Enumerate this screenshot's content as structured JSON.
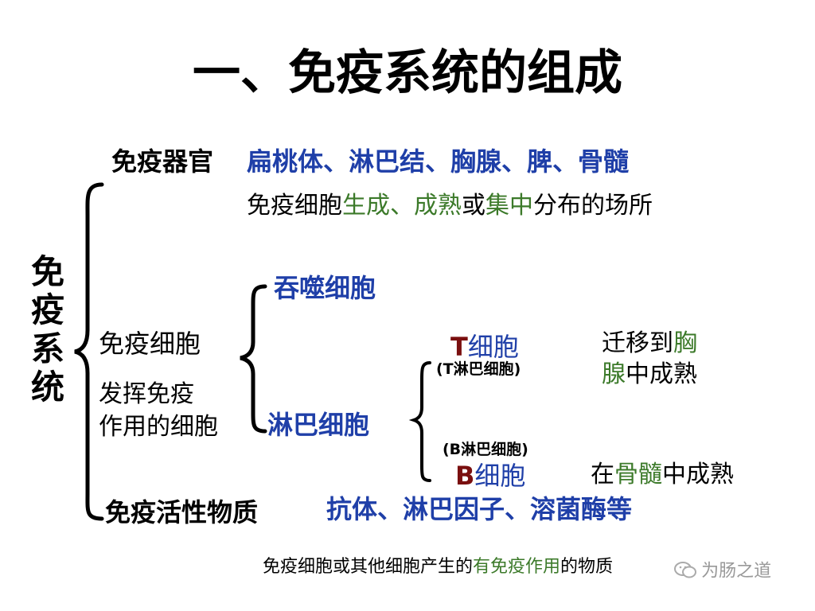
{
  "title": "一、免疫系统的组成",
  "root": "免疫系统",
  "organs": {
    "label": "免疫器官",
    "examples": "扁桃体、淋巴结、胸腺、脾、骨髓",
    "desc": {
      "p1": "免疫细胞",
      "p2": "生成、成熟",
      "p3": "或",
      "p4": "集中",
      "p5": "分布的场所"
    }
  },
  "cells": {
    "label": "免疫细胞",
    "desc_line1": "发挥免疫",
    "desc_line2": "作用的细胞",
    "phagocyte": "吞噬细胞",
    "lymphocyte": "淋巴细胞",
    "t_cell": {
      "letter": "T",
      "word": "细胞",
      "alias": "(T淋巴细胞)",
      "note": {
        "p1": "迁移到",
        "p2": "胸",
        "p3": "腺",
        "p4": "中成熟"
      }
    },
    "b_cell": {
      "letter": "B",
      "word": "细胞",
      "alias": "(B淋巴细胞)",
      "note": {
        "p1": "在",
        "p2": "骨髓",
        "p3": "中成熟"
      }
    }
  },
  "active": {
    "label": "免疫活性物质",
    "examples": "抗体、淋巴因子、溶菌酶等",
    "desc": {
      "p1": "免疫细胞或其他细胞产生的",
      "p2": "有免疫作用",
      "p3": "的物质"
    }
  },
  "watermark": "为肠之道",
  "colors": {
    "blue": "#1f3fa8",
    "green": "#3c7a2a",
    "dark_red": "#7a0f0f"
  }
}
